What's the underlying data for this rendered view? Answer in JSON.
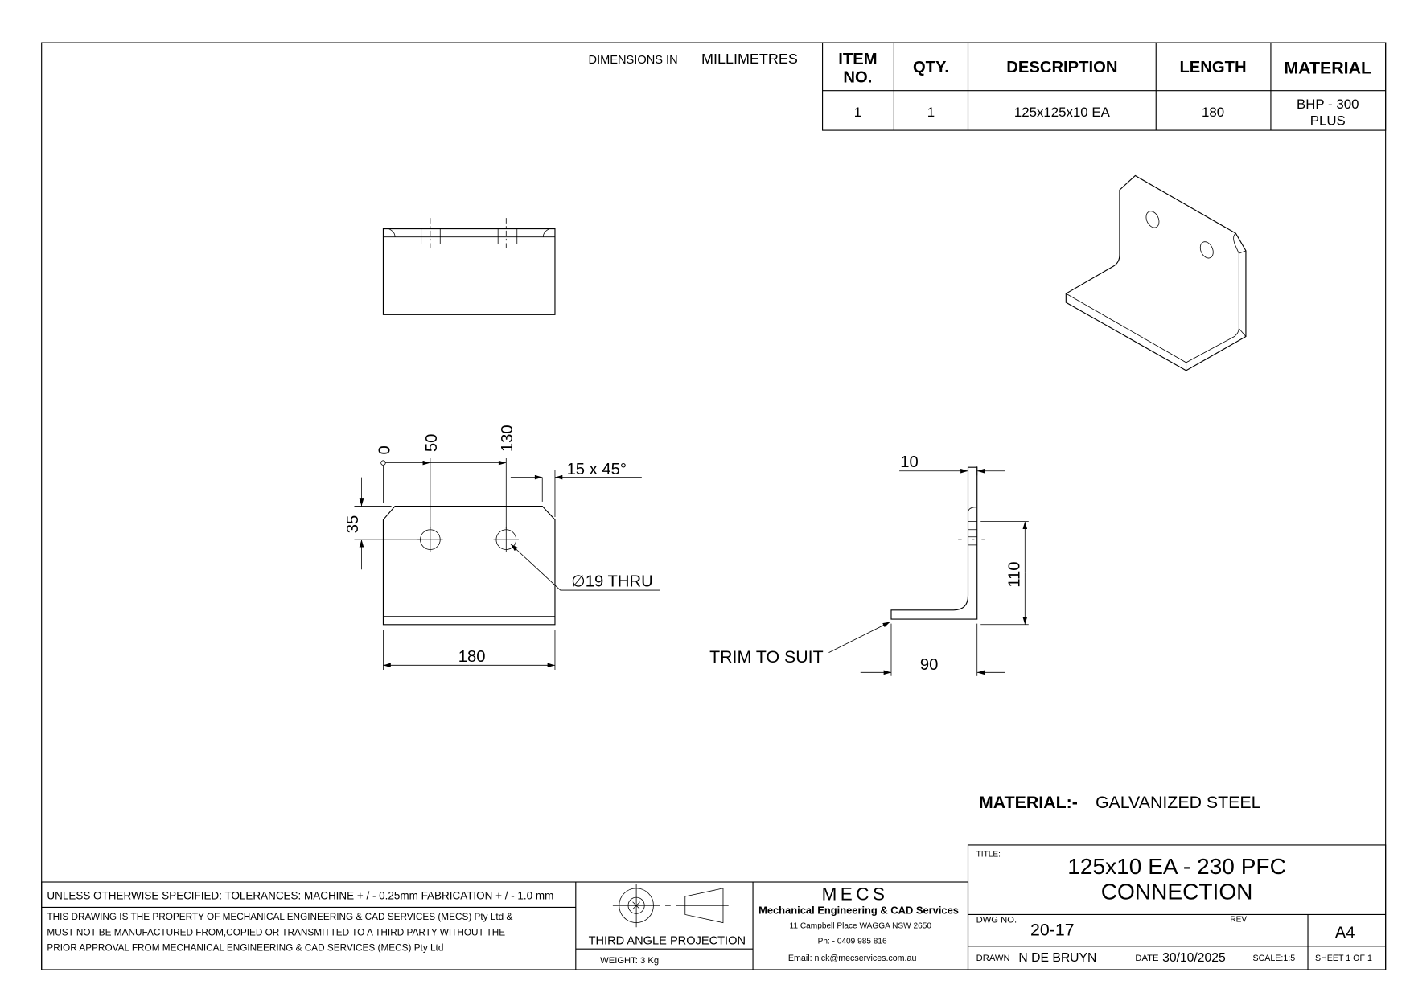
{
  "header": {
    "dimensions_label": "DIMENSIONS IN",
    "dimensions_unit": "MILLIMETRES"
  },
  "bom": {
    "headers": [
      "ITEM",
      "NO.",
      "QTY.",
      "DESCRIPTION",
      "LENGTH",
      "MATERIAL"
    ],
    "rows": [
      {
        "item": "1",
        "qty": "1",
        "description": "125x125x10 EA",
        "length": "180",
        "material_1": "BHP - 300",
        "material_2": "PLUS"
      }
    ]
  },
  "front_view": {
    "ord_0": "0",
    "ord_50": "50",
    "ord_130": "130",
    "chamfer": "15 x 45°",
    "dim_35": "35",
    "hole": "∅19 THRU",
    "dim_180": "180"
  },
  "side_view": {
    "dim_10": "10",
    "dim_110": "110",
    "dim_90": "90",
    "trim_note": "TRIM TO SUIT"
  },
  "material_note": {
    "label": "MATERIAL:-",
    "value": "GALVANIZED STEEL"
  },
  "title_block": {
    "tolerances": "UNLESS OTHERWISE SPECIFIED: TOLERANCES: MACHINE + / - 0.25mm  FABRICATION + / - 1.0 mm",
    "property_1": "THIS DRAWING IS THE PROPERTY OF MECHANICAL ENGINEERING & CAD SERVICES (MECS) Pty Ltd &",
    "property_2": "MUST NOT BE MANUFACTURED FROM,COPIED OR TRANSMITTED TO A THIRD PARTY WITHOUT THE",
    "property_3": "PRIOR APPROVAL FROM MECHANICAL ENGINEERING & CAD SERVICES (MECS) Pty Ltd",
    "projection": "THIRD ANGLE PROJECTION",
    "weight": "WEIGHT: 3 Kg",
    "company_logo": "MECS",
    "company_name": "Mechanical Engineering & CAD Services",
    "address": "11 Campbell Place WAGGA NSW 2650",
    "phone": "Ph: - 0409 985 816",
    "email": "Email: nick@mecservices.com.au",
    "title_label": "TITLE:",
    "title_1": "125x10 EA - 230 PFC",
    "title_2": "CONNECTION",
    "dwg_label": "DWG NO.",
    "dwg_no": "20-17",
    "rev_label": "REV",
    "size": "A4",
    "drawn_label": "DRAWN",
    "drawn_by": "N DE BRUYN",
    "date_label": "DATE",
    "date": "30/10/2025",
    "scale": "SCALE:1:5",
    "sheet": "SHEET 1 OF 1"
  }
}
